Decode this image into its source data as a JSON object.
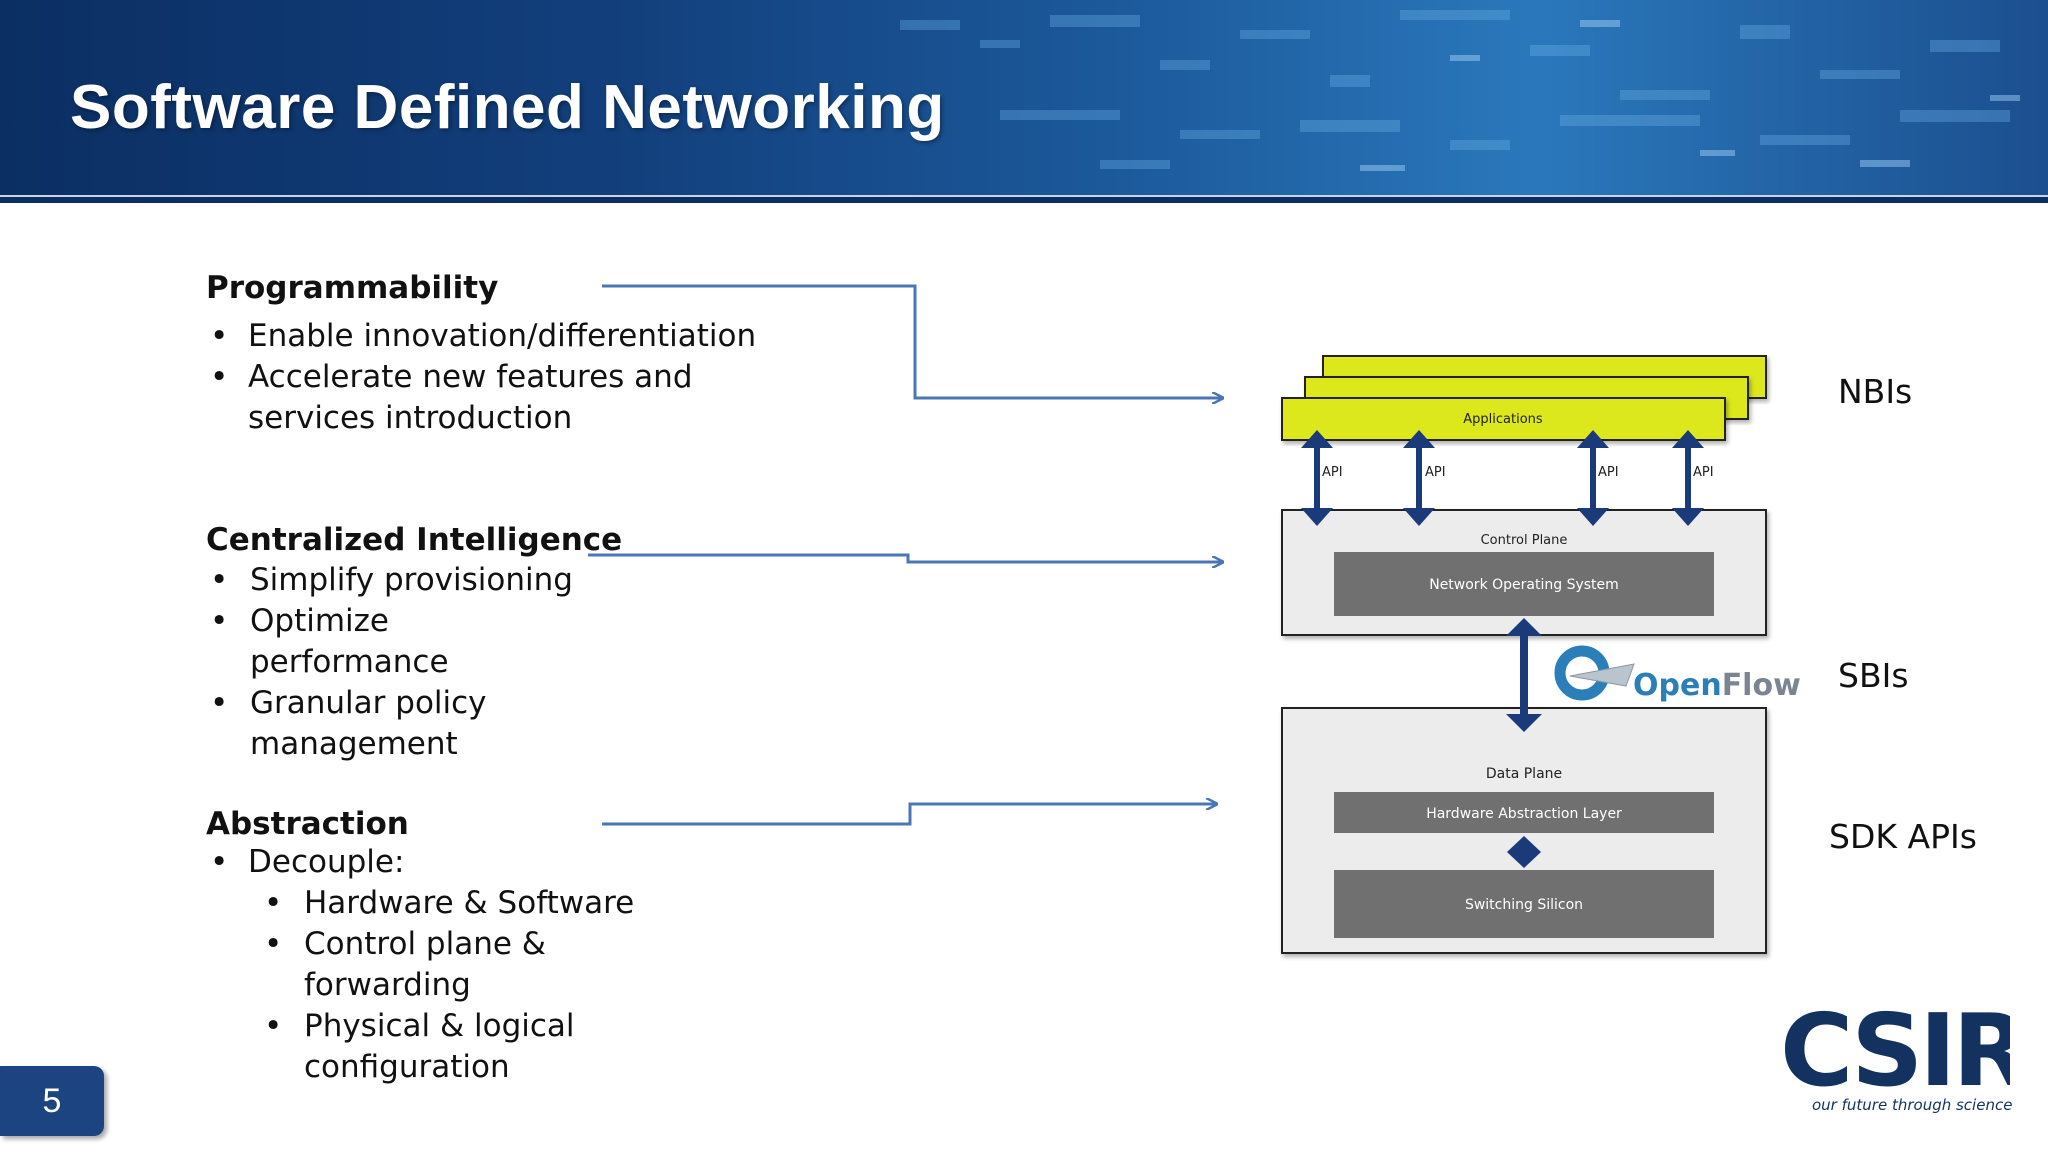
{
  "slide": {
    "title": "Software Defined Networking",
    "page_number": "5"
  },
  "sections": [
    {
      "title": "Programmability",
      "bullets": [
        "Enable innovation/differentiation",
        "Accelerate new features and",
        "services introduction"
      ]
    },
    {
      "title": "Centralized Intelligence",
      "bullets": [
        "Simplify provisioning",
        "Optimize",
        "performance",
        "Granular policy",
        "management"
      ]
    },
    {
      "title": "Abstraction",
      "bullets": [
        "Decouple:"
      ],
      "sub_bullets": [
        "Hardware & Software",
        "Control plane &",
        "forwarding",
        "Physical & logical",
        "configuration"
      ]
    }
  ],
  "diagram": {
    "applications": "Applications",
    "api": "API",
    "control_plane": "Control Plane",
    "network_os": "Network Operating System",
    "openflow_prefix": "Open",
    "openflow_suffix": "Flow",
    "data_plane": "Data Plane",
    "hal": "Hardware Abstraction Layer",
    "switching_silicon": "Switching Silicon"
  },
  "side_labels": {
    "nbis": "NBIs",
    "sbis": "SBIs",
    "sdk_apis": "SDK APIs"
  },
  "logo": {
    "name": "CSIR",
    "tagline": "our future through science"
  },
  "colors": {
    "header_dark": "#0b2f63",
    "applications_fill": "#dce81f",
    "arrow_navy": "#1b3a7a",
    "connector_blue": "#4a77b4",
    "block_gray": "#707070",
    "panel_gray": "#ececec"
  }
}
